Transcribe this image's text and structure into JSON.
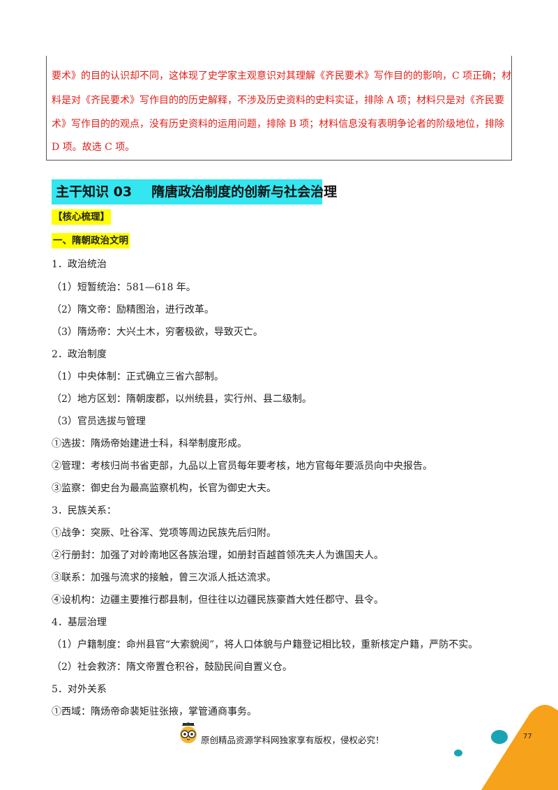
{
  "answer_lines": [
    "要术》的目的认识却不同，这体现了史学家主观意识对其理解《齐民要术》写作目的的影响，C 项正确；材",
    "料是对《齐民要术》写作目的的历史解释，不涉及历史资料的史料实证，排除 A 项；材料只是对《齐民要",
    "术》写作目的的观点，没有历史资料的运用问题，排除 B 项；材料信息没有表明争论者的阶级地位，排除",
    "D 项。故选 C 项。"
  ],
  "section": {
    "number": "主干知识 03",
    "title": "隋唐政治制度的创新与社会治理"
  },
  "tag": "【核心梳理】",
  "sub_heading": "一、隋朝政治文明",
  "lines": [
    "1．政治统治",
    "（1）短暂统治：581—618 年。",
    "（2）隋文帝：励精图治，进行改革。",
    "（3）隋炀帝：大兴土木，穷奢极欲，导致灭亡。",
    "2．政治制度",
    "（1）中央体制：正式确立三省六部制。",
    "（2）地方区划：隋朝废郡，以州统县，实行州、县二级制。",
    "（3）官员选拔与管理",
    "①选拔：隋炀帝始建进士科，科举制度形成。",
    "②管理：考核归尚书省吏部，九品以上官员每年要考核，地方官每年要派员向中央报告。",
    "③监察：御史台为最高监察机构，长官为御史大夫。",
    "3．民族关系：",
    "①战争：突厥、吐谷浑、党项等周边民族先后归附。",
    "②行册封：加强了对岭南地区各族治理，如册封百越首领冼夫人为谯国夫人。",
    "③联系：加强与流求的接触，曾三次派人抵达流求。",
    "④设机构：边疆主要推行郡县制，但往往以边疆民族豪酋大姓任郡守、县令。",
    "4．基层治理",
    "（1）户籍制度：命州县官“大索貌阅”，将人口体貌与户籍登记相比较，重新核定户籍，严防不实。",
    "（2）社会救济：隋文帝置仓积谷，鼓励民间自置义仓。",
    "5．对外关系",
    "①西域：隋炀帝命裴矩驻张掖，掌管通商事务。"
  ],
  "footer": {
    "text": "原创精品资源学科网独家享有版权，侵权必究！",
    "page": "77"
  },
  "colors": {
    "answer_text": "#e0201b",
    "section_highlight": "#33e6f0",
    "tag_highlight": "#ffff00",
    "footer_orange": "#f7a21b",
    "footer_teal": "#1aa3b5"
  }
}
